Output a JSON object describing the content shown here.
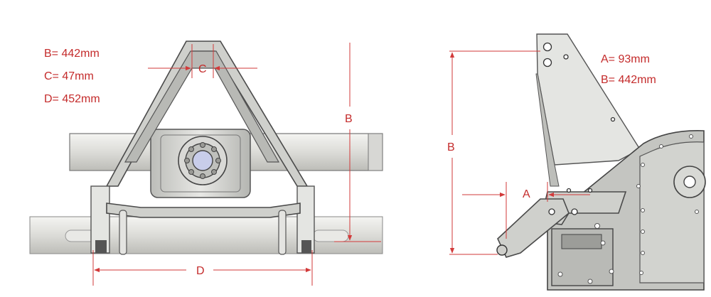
{
  "left_view": {
    "specs": [
      "B= 442mm",
      "C= 47mm",
      "D= 452mm"
    ],
    "dim_labels": {
      "b": "B",
      "c": "C",
      "d": "D"
    }
  },
  "right_view": {
    "specs": [
      "A= 93mm",
      "B= 442mm"
    ],
    "dim_labels": {
      "a": "A",
      "b": "B"
    }
  },
  "colors": {
    "dimension": "#d23a3a",
    "metal": "#cfd0cc",
    "outline": "#4a4a4a"
  }
}
